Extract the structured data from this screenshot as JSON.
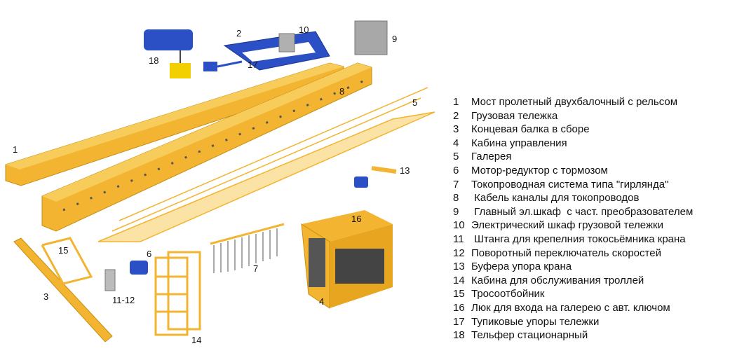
{
  "callouts": {
    "c1": "1",
    "c2": "2",
    "c3": "3",
    "c4": "4",
    "c5": "5",
    "c6": "6",
    "c7": "7",
    "c8": "8",
    "c9": "9",
    "c10": "10",
    "c11_12": "11-12",
    "c13": "13",
    "c14": "14",
    "c15": "15",
    "c16": "16",
    "c17": "17",
    "c18": "18"
  },
  "legend": [
    {
      "num": "1",
      "text": "Мост пролетный двухбалочный с рельсом"
    },
    {
      "num": "2",
      "text": "Грузовая тележка"
    },
    {
      "num": "3",
      "text": "Концевая балка в сборе"
    },
    {
      "num": "4",
      "text": "Кабина управления"
    },
    {
      "num": "5",
      "text": "Галерея"
    },
    {
      "num": "6",
      "text": "Мотор-редуктор с тормозом"
    },
    {
      "num": "7",
      "text": "Токопроводная система типа \"гирлянда\""
    },
    {
      "num": "8",
      "text": " Кабель каналы для токопроводов"
    },
    {
      "num": "9",
      "text": " Главный эл.шкаф  с част. преобразователем"
    },
    {
      "num": "10",
      "text": "Электрический шкаф грузовой тележки"
    },
    {
      "num": "11",
      "text": " Штанга для крепелния токосьёмника крана"
    },
    {
      "num": "12",
      "text": "Поворотный переключатель скоростей"
    },
    {
      "num": "13",
      "text": "Буфера упора крана"
    },
    {
      "num": "14",
      "text": "Кабина для обслуживания троллей"
    },
    {
      "num": "15",
      "text": "Тросоотбойник"
    },
    {
      "num": "16",
      "text": "Люк для входа на галерею с авт. ключом"
    },
    {
      "num": "17",
      "text": "Тупиковые упоры тележки"
    },
    {
      "num": "18",
      "text": "Тельфер стационарный"
    }
  ],
  "colors": {
    "yellow": "#f2b431",
    "blue": "#2b4fc4",
    "gray": "#9a9a9a"
  }
}
